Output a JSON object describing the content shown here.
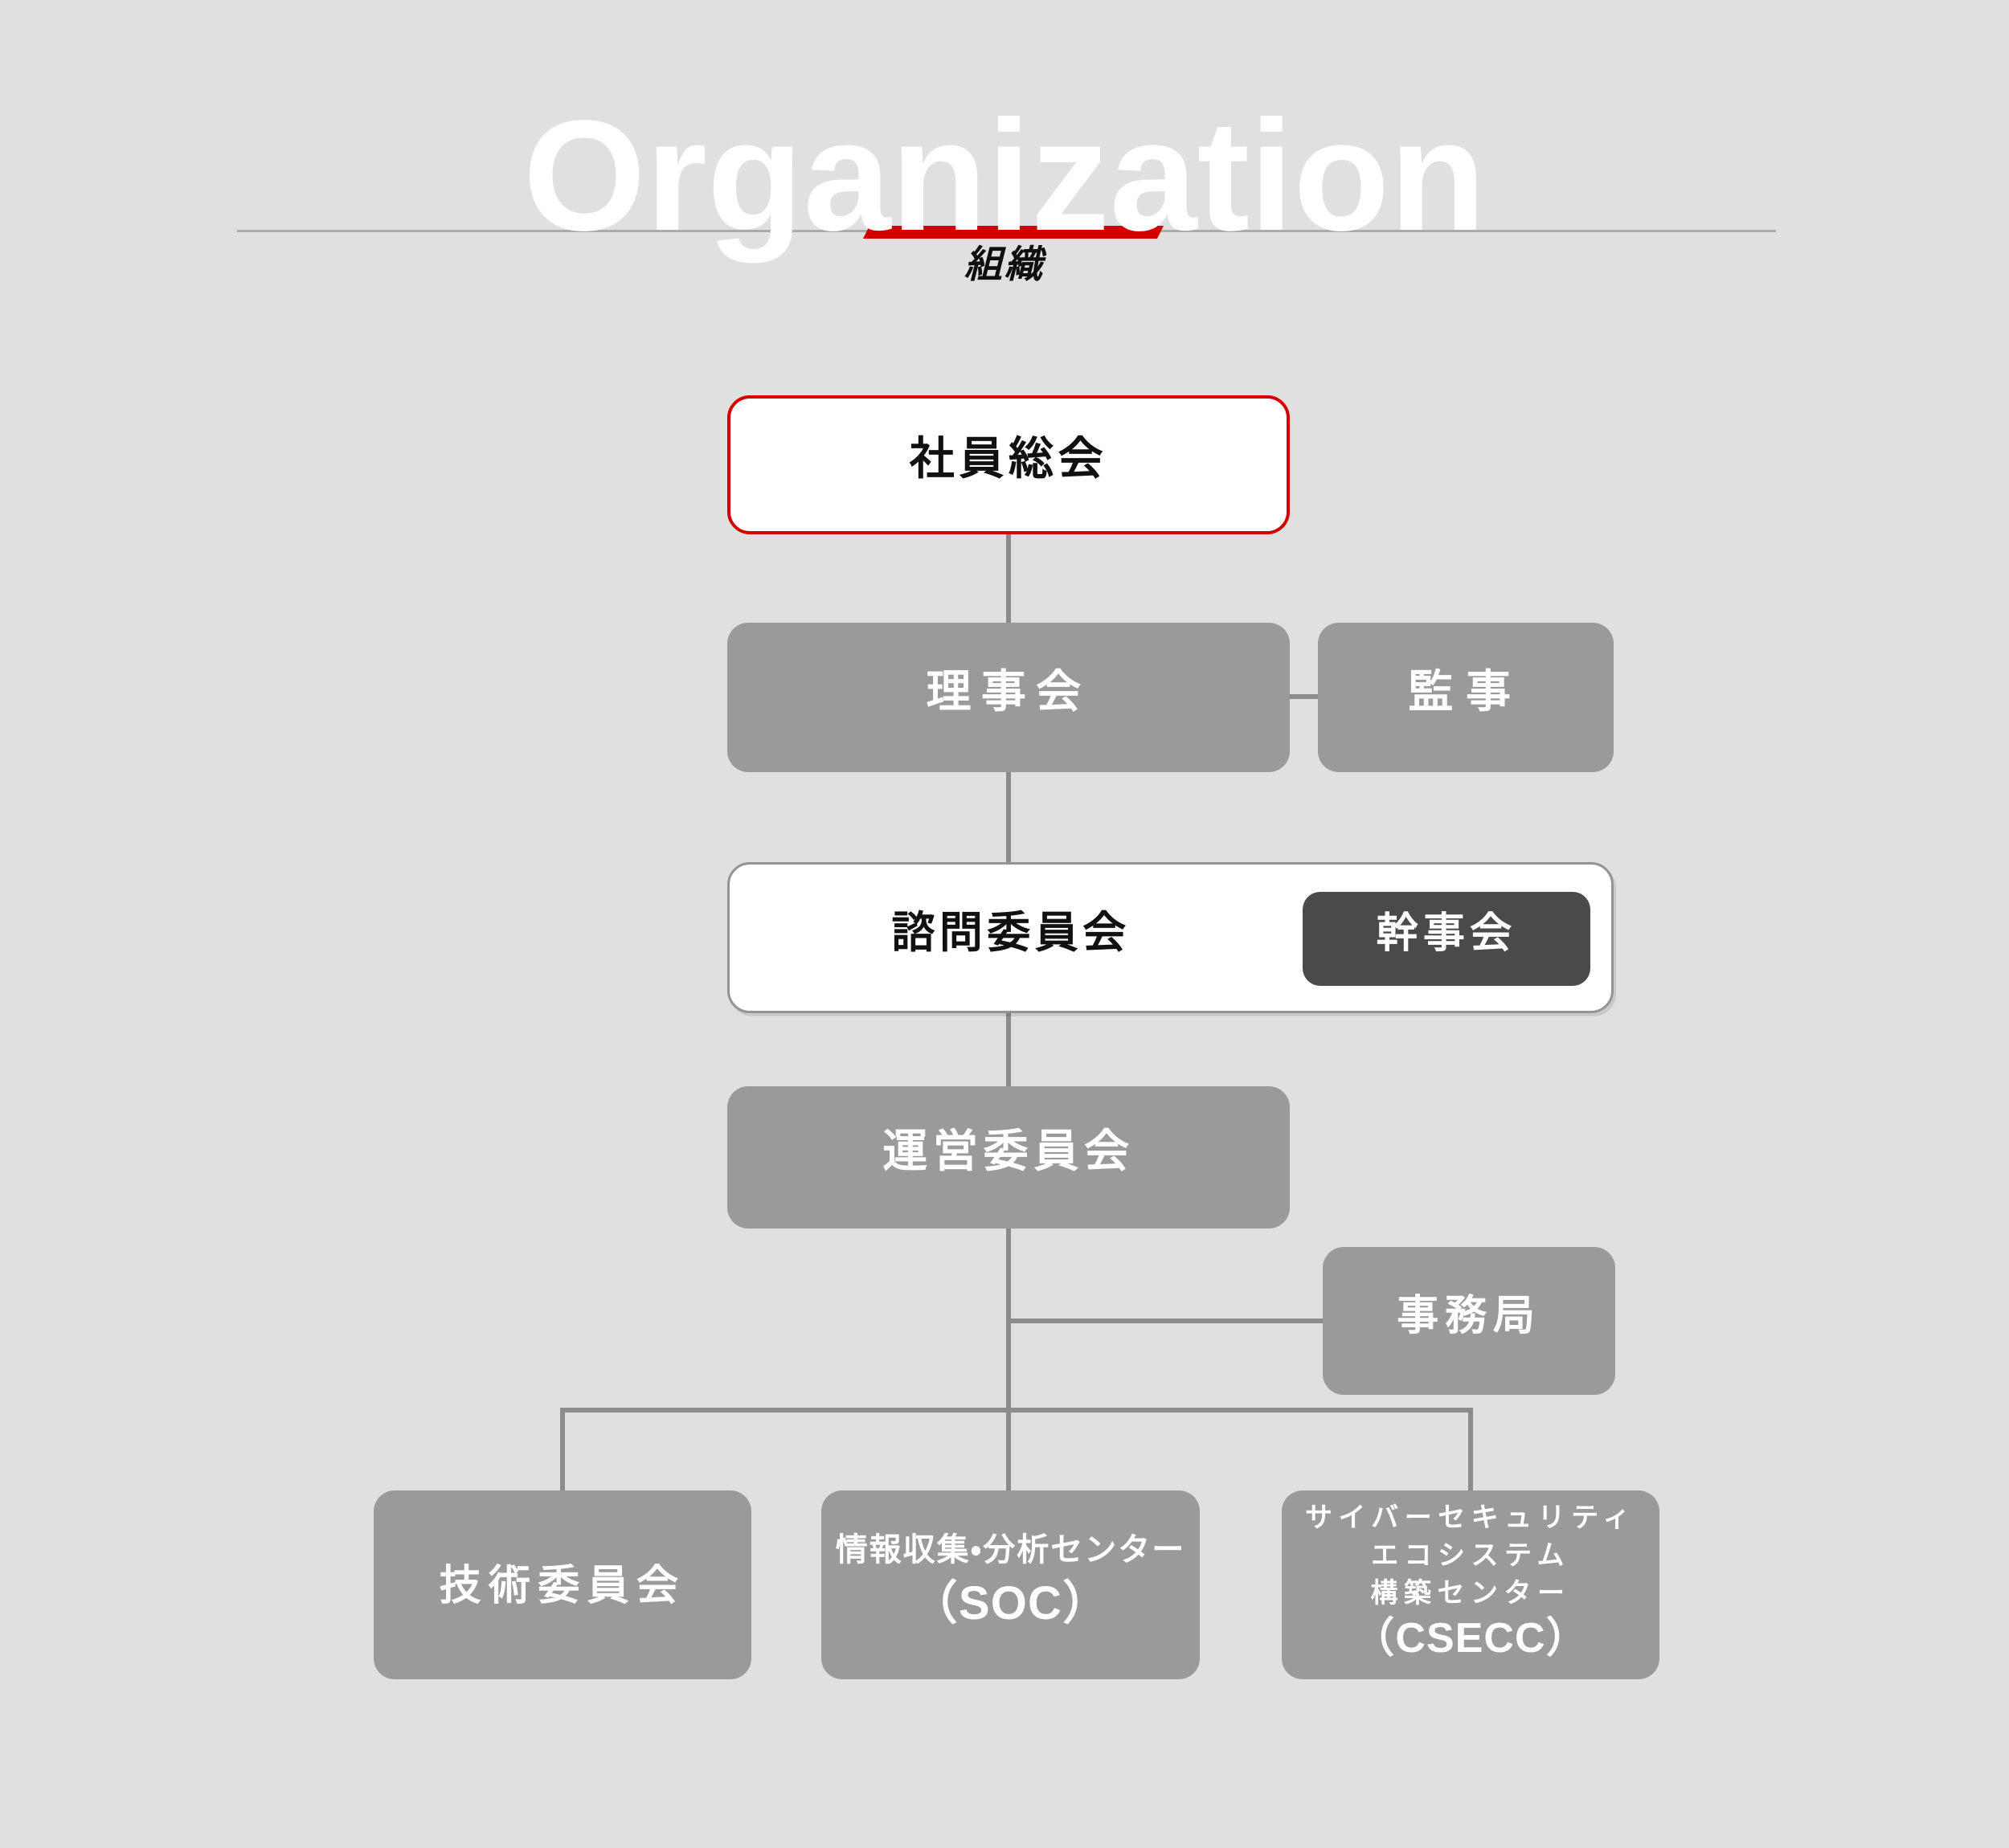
{
  "colors": {
    "background": "#e0e0e0",
    "node_gray": "#9a9a9a",
    "node_dark": "#4a4a4a",
    "accent_red": "#d40000",
    "connector_gray": "#8c8c8c",
    "divider_gray": "#acacac",
    "title_white": "#ffffff"
  },
  "header": {
    "title_en": "Organization",
    "title_ja": "組織"
  },
  "diagram": {
    "nodes": {
      "general_meeting": {
        "label": "社員総会"
      },
      "board": {
        "label": "理事会"
      },
      "auditor": {
        "label": "監事"
      },
      "advisory_committee": {
        "label": "諮問委員会"
      },
      "executive_meeting": {
        "label": "幹事会"
      },
      "steering_committee": {
        "label": "運営委員会"
      },
      "secretariat": {
        "label": "事務局"
      },
      "technical_committee": {
        "label": "技術委員会"
      },
      "soc": {
        "label_line1": "情報収集・分析センター",
        "label_line2": "（SOC）"
      },
      "csecc": {
        "label_line1": "サイバーセキュリティ",
        "label_line2": "エコシステム",
        "label_line3": "構築センター",
        "label_line4": "（CSECC）"
      }
    },
    "edges": [
      {
        "from": "社員総会",
        "to": "理事会"
      },
      {
        "from": "理事会",
        "to": "監事"
      },
      {
        "from": "理事会",
        "to": "諮問委員会"
      },
      {
        "from": "諮問委員会",
        "to": "運営委員会"
      },
      {
        "from": "運営委員会",
        "to": "事務局"
      },
      {
        "from": "運営委員会",
        "to": "技術委員会"
      },
      {
        "from": "運営委員会",
        "to": "情報収集・分析センター（SOC）"
      },
      {
        "from": "運営委員会",
        "to": "サイバーセキュリティエコシステム構築センター（CSECC）"
      }
    ]
  }
}
